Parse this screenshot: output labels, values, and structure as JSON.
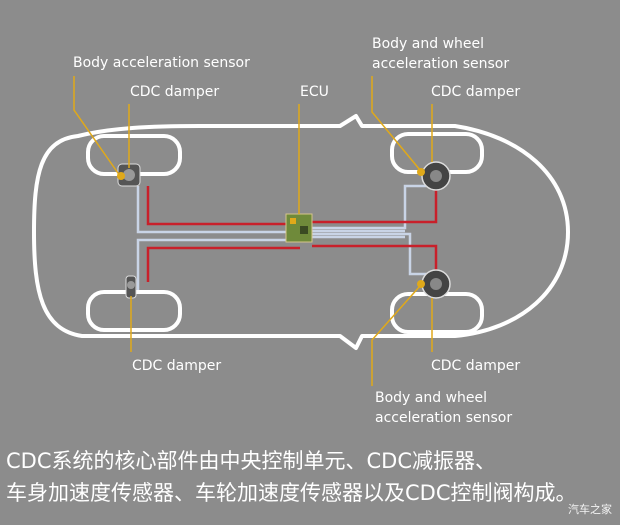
{
  "labels": {
    "body_accel_sensor_front_left": "Body acceleration sensor",
    "cdc_damper_front_left": "CDC damper",
    "ecu": "ECU",
    "body_wheel_accel_sensor_front_right_line1": "Body and wheel",
    "body_wheel_accel_sensor_front_right_line2": "acceleration sensor",
    "cdc_damper_front_right": "CDC damper",
    "cdc_damper_rear_left": "CDC damper",
    "cdc_damper_rear_right": "CDC damper",
    "body_wheel_accel_sensor_rear_right_line1": "Body and wheel",
    "body_wheel_accel_sensor_rear_right_line2": "acceleration sensor"
  },
  "caption": {
    "line1": "CDC系统的核心部件由中央控制单元、CDC减振器、",
    "line2": "车身加速度传感器、车轮加速度传感器以及CDC控制阀构成。"
  },
  "watermark": "汽车之家",
  "colors": {
    "background": "#8c8c8c",
    "car_outline": "#ffffff",
    "signal_wire": "#c8202a",
    "power_wire": "#c9d4e6",
    "leader_line": "#e0a91a"
  }
}
